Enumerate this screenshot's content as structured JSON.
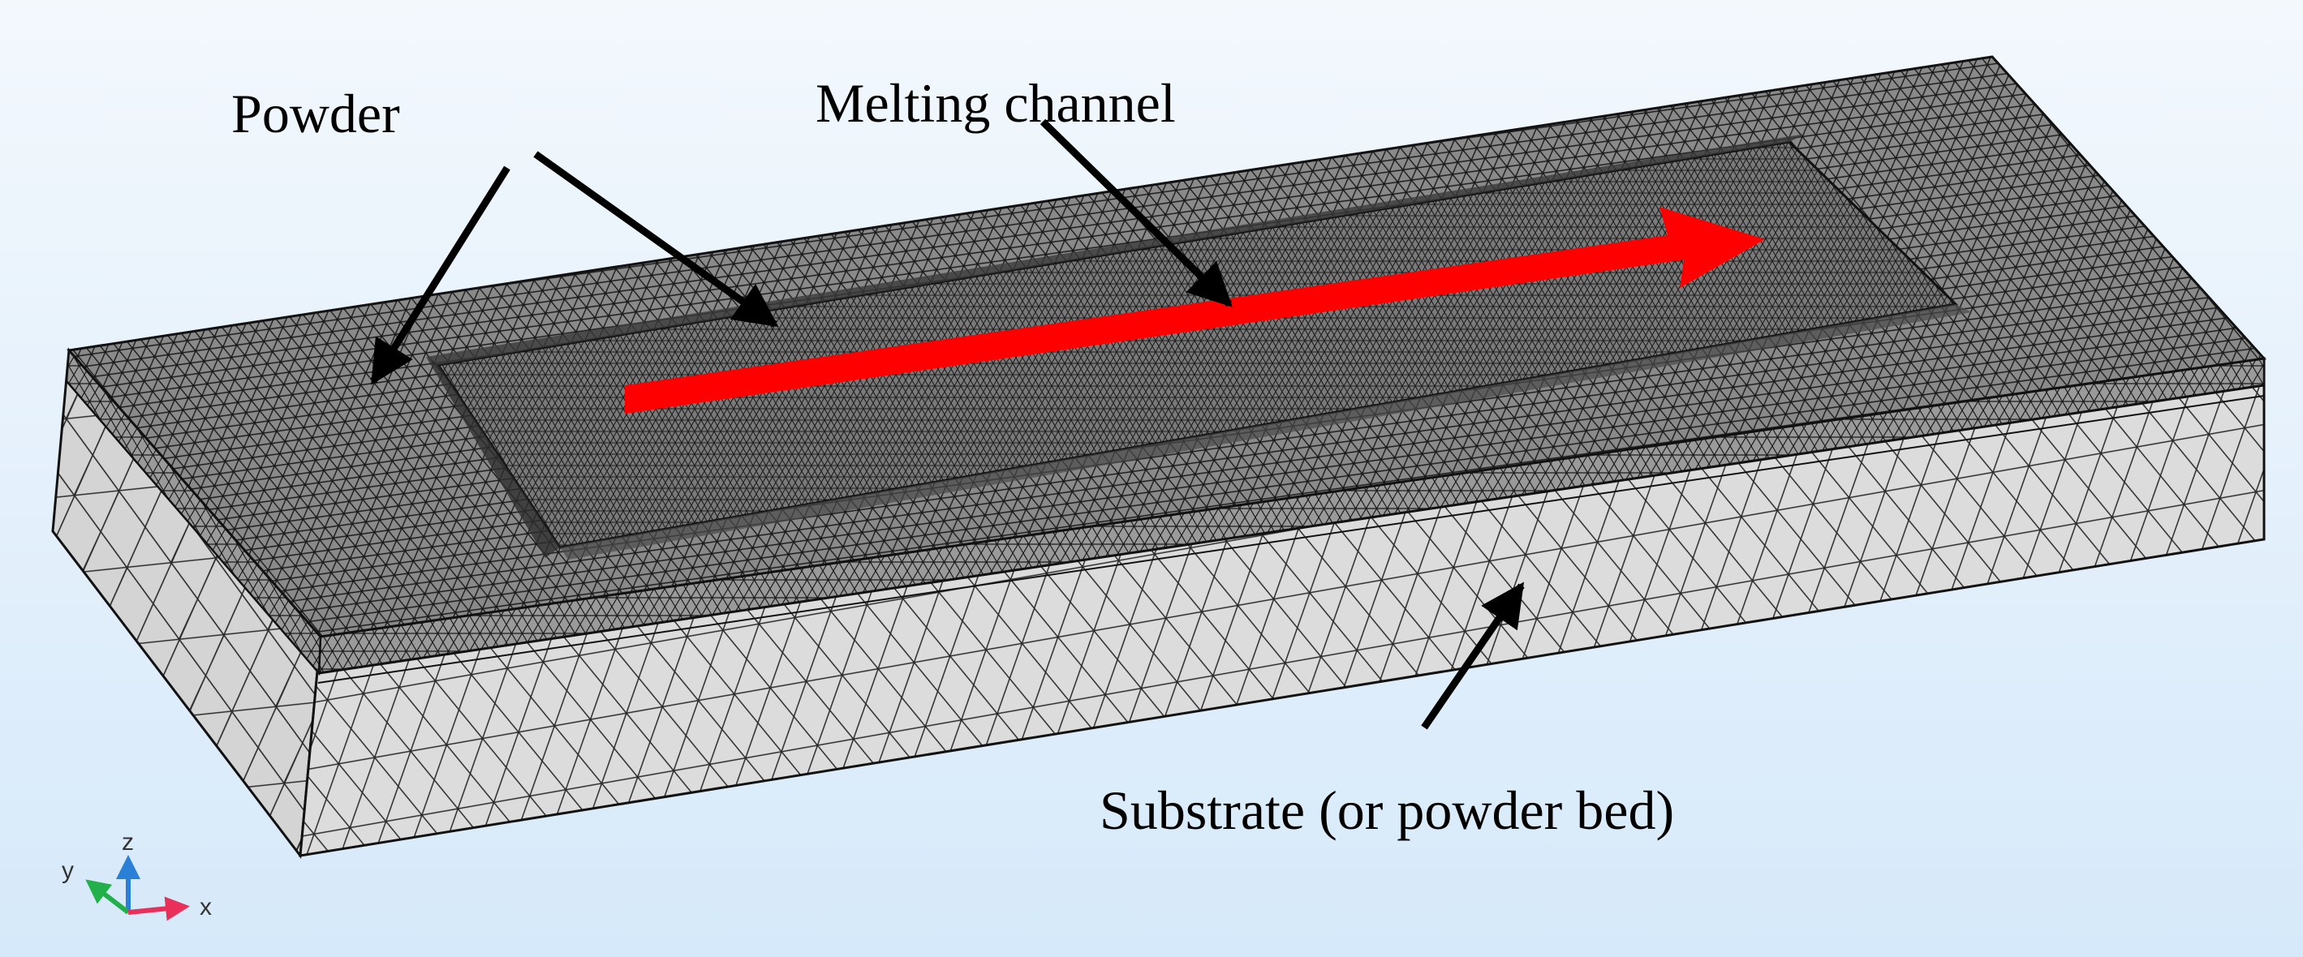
{
  "labels": {
    "powder": "Powder",
    "melting_channel": "Melting channel",
    "substrate": "Substrate (or powder bed)"
  },
  "axes": {
    "x": "x",
    "y": "y",
    "z": "z"
  },
  "colors": {
    "background_top": "#f3f8fd",
    "background_bottom": "#d6e9fa",
    "mesh_line": "#1a1a1a",
    "top_face": "#5a5a5a",
    "channel_face": "#6e6e6e",
    "side_face": "#cfcfcf",
    "scan_arrow": "#ff0000",
    "axis_x": "#e8305a",
    "axis_y": "#22b04a",
    "axis_z": "#2a7fd6"
  },
  "icons": {
    "scan_direction": "red-arrow-icon",
    "axis_triad": "xyz-axis-icon"
  }
}
